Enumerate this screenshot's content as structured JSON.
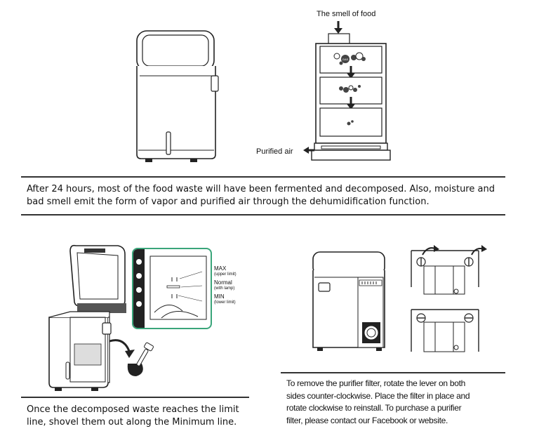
{
  "diagram": {
    "smell_label": "The smell of food",
    "purified_label": "Purified air",
    "gas_label": "GAS"
  },
  "section1": {
    "caption_line1": "After 24 hours, most of the food waste will have been fermented and decomposed. Also, moisture and",
    "caption_line2": "bad smell emit the form of vapor and purified air through the dehumidification function."
  },
  "inset": {
    "max_label": "MAX",
    "max_note": "(upper limit)",
    "normal_label": "Normal",
    "normal_note": "(with lamp)",
    "min_label": "MIN",
    "min_note": "(lower limit)"
  },
  "section2": {
    "caption_line1": "Once the decomposed waste reaches the limit",
    "caption_line2": "line, shovel them out along the Minimum line."
  },
  "section3": {
    "caption_line1": "To remove the purifier filter, rotate the lever on both",
    "caption_line2": "sides counter-clockwise. Place the filter in place and",
    "caption_line3": "rotate clockwise to reinstall. To purchase a purifier",
    "caption_line4": "filter, please contact our Facebook or website."
  },
  "colors": {
    "inset_border": "#3aa57a",
    "line": "#222222",
    "filter_grey": "#d9d9d9"
  }
}
